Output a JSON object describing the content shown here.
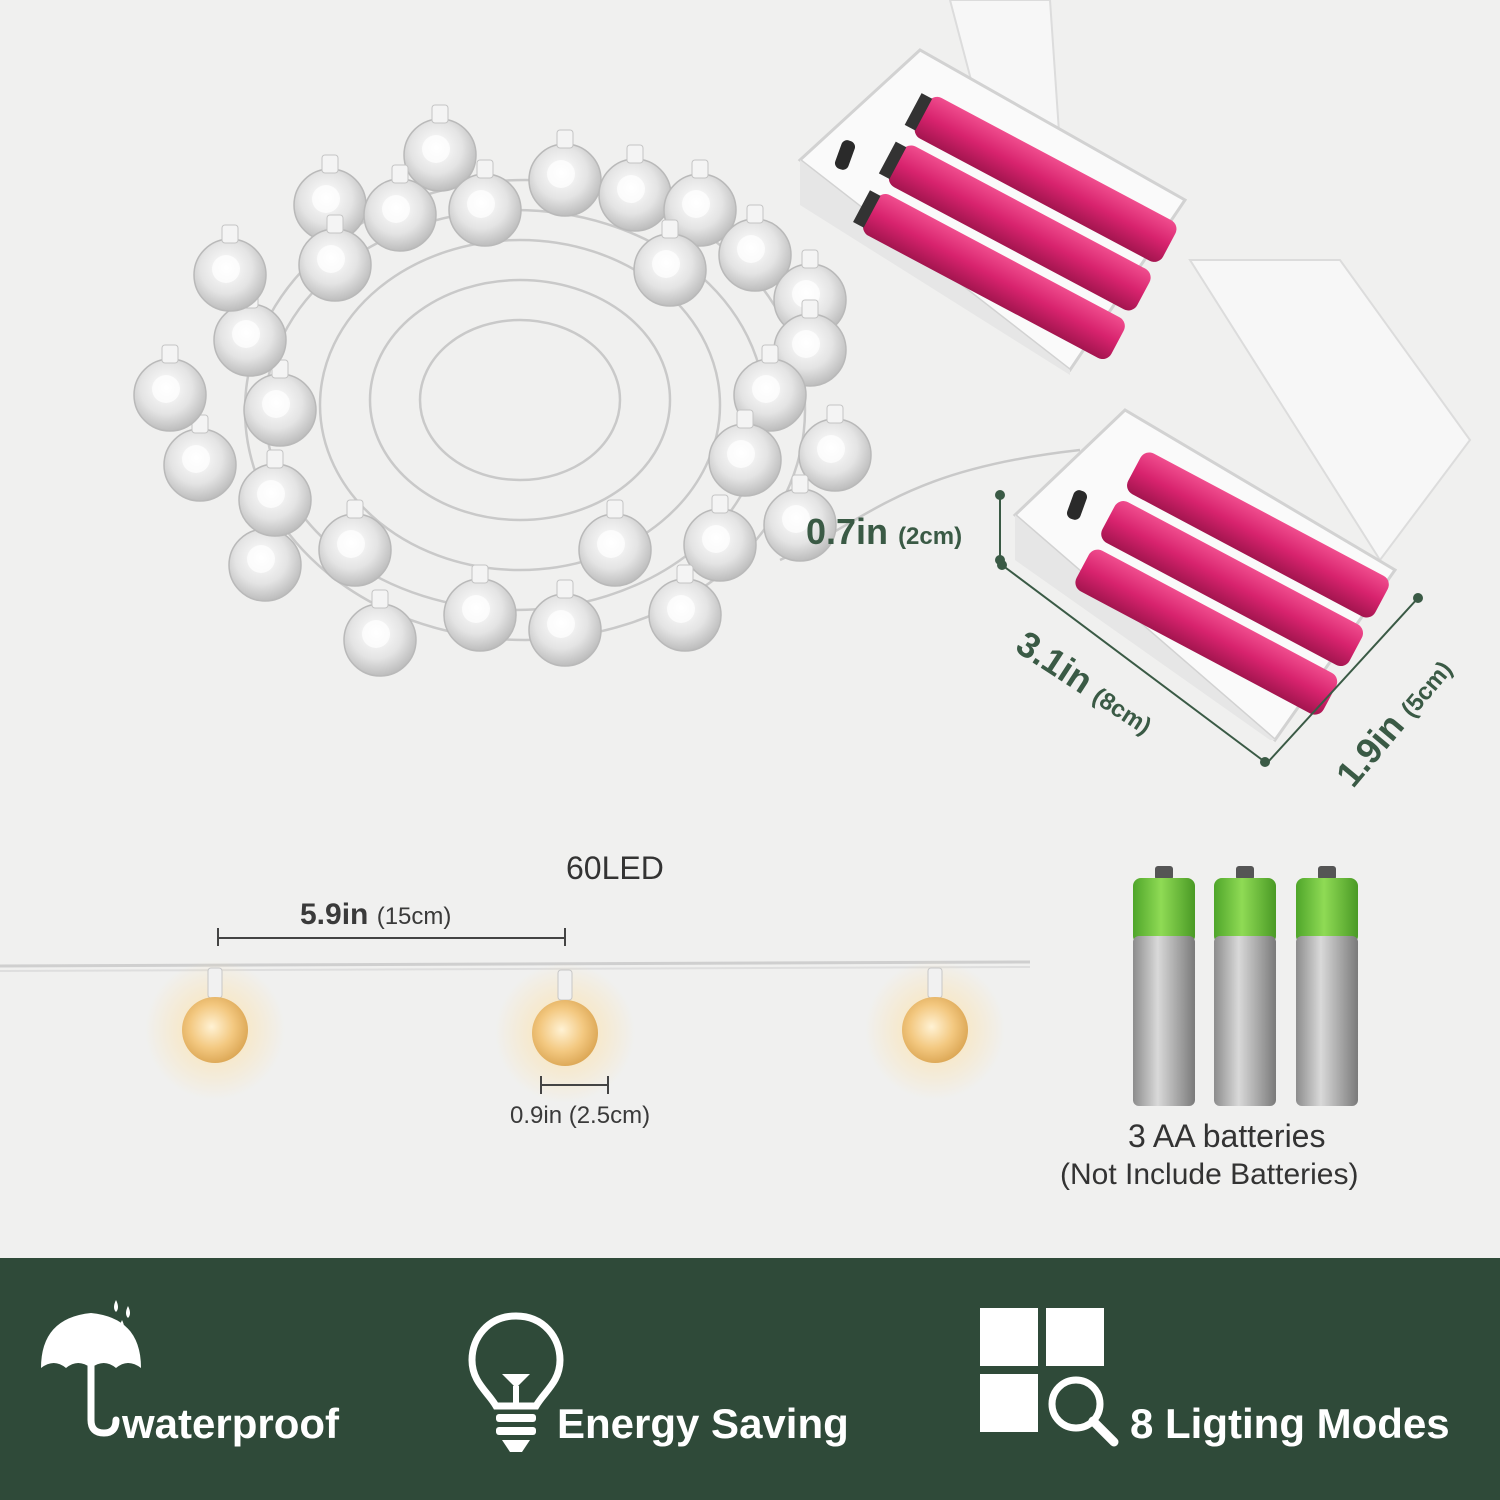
{
  "product": {
    "led_count_label": "60LED"
  },
  "dimensions": {
    "cable_thickness": {
      "value": "0.7in",
      "metric": "(2cm)"
    },
    "box_length": {
      "value": "3.1in",
      "metric": "(8cm)"
    },
    "box_width": {
      "value": "1.9in",
      "metric": "(5cm)"
    },
    "bulb_spacing": {
      "value": "5.9in",
      "metric": "(15cm)"
    },
    "bulb_diameter": {
      "value": "0.9in",
      "metric": "(2.5cm)"
    }
  },
  "batteries": {
    "caption": "3 AA batteries",
    "note": "(Not Include Batteries)"
  },
  "features": [
    {
      "icon": "umbrella-icon",
      "label": "waterproof"
    },
    {
      "icon": "lightbulb-icon",
      "label": "Energy Saving"
    },
    {
      "icon": "modes-grid-icon",
      "label": "8 Ligting Modes"
    }
  ],
  "colors": {
    "footer_bg": "#2f4a39",
    "battery_pink": "#d8236e",
    "battery_green": "#6cc53a",
    "warm_bulb": "#f3c880"
  }
}
